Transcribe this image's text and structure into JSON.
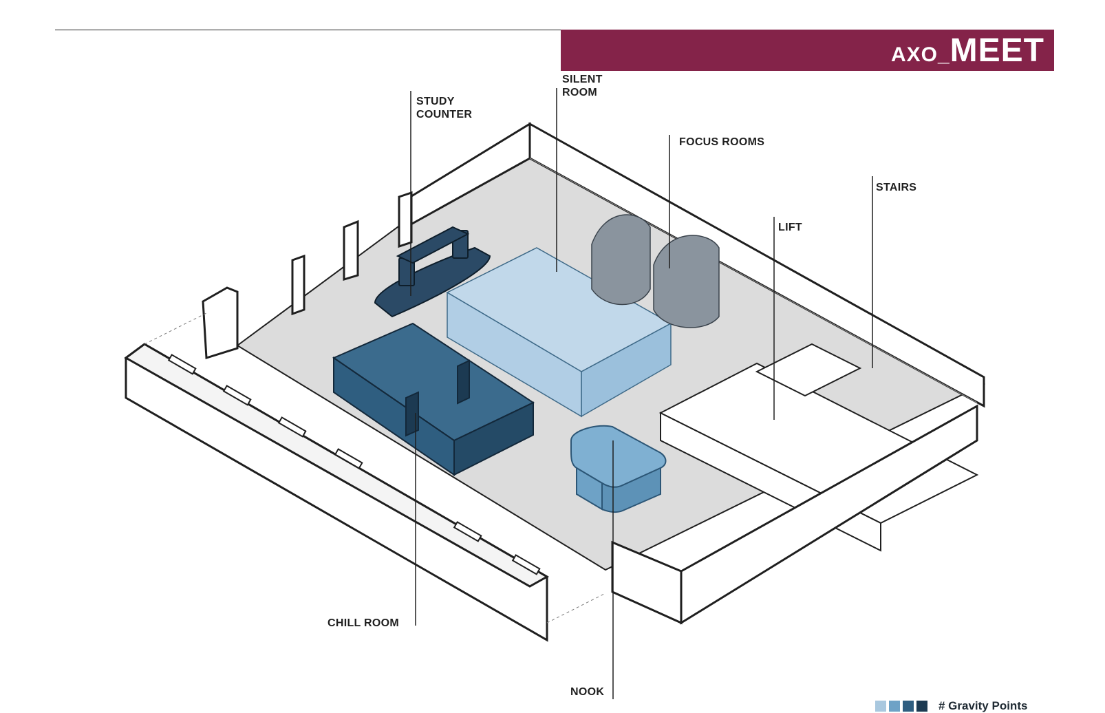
{
  "header": {
    "title_prefix": "AXO_",
    "title_main": "MEET",
    "bar_color": "#842349"
  },
  "labels": {
    "study_counter": [
      "STUDY",
      "COUNTER"
    ],
    "silent_room": [
      "SILENT",
      "ROOM"
    ],
    "focus_rooms": "FOCUS ROOMS",
    "stairs": "STAIRS",
    "lift": "LIFT",
    "chill_room": "CHILL ROOM",
    "nook": "NOOK"
  },
  "legend": {
    "label": "# Gravity Points",
    "colors": [
      "#a9c8df",
      "#6ea2c6",
      "#2f5e80",
      "#1c3a52"
    ]
  },
  "colors": {
    "floor": "#dcdcdc",
    "chill_room": "#2f5e80",
    "study_counter": "#2b4a66",
    "silent_room": "#a9cbe6",
    "nook": "#6ea2c6",
    "focus_rooms": "#6f7b87",
    "wall": "#1f1f1f"
  }
}
